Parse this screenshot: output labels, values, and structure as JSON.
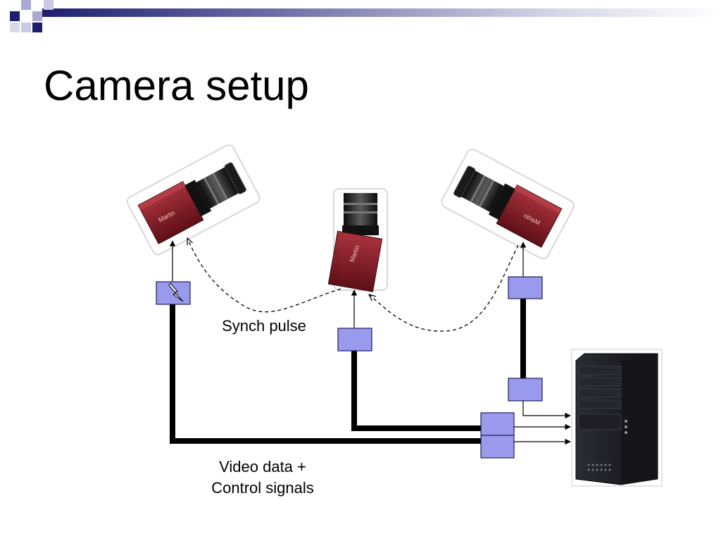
{
  "slide": {
    "title": "Camera setup"
  },
  "labels": {
    "synch_pulse": "Synch pulse",
    "video_line1": "Video data +",
    "video_line2": "Control signals"
  },
  "cameras": [
    {
      "brand": "Martin"
    },
    {
      "brand": "Martin"
    },
    {
      "brand": "Martin"
    }
  ],
  "colors": {
    "accent": "#2a2a7a",
    "box_fill": "#9999ee",
    "box_stroke": "#20205a",
    "camera_body": "#7a1a22",
    "lens": "#1a1a1a",
    "computer": "#1c1c22"
  }
}
